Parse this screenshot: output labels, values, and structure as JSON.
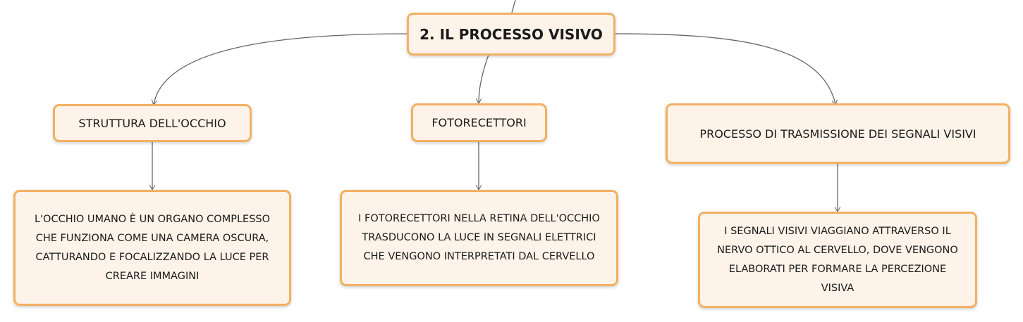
{
  "root": {
    "label": "2. IL PROCESSO VISIVO"
  },
  "topics": [
    {
      "label": "STRUTTURA DELL'OCCHIO",
      "detail": "L'OCCHIO UMANO È UN ORGANO COMPLESSO CHE FUNZIONA COME UNA CAMERA OSCURA, CATTURANDO E FOCALIZZANDO LA LUCE PER CREARE IMMAGINI"
    },
    {
      "label": "FOTORECETTORI",
      "detail": "I FOTORECETTORI NELLA RETINA DELL'OCCHIO TRASDUCONO LA LUCE IN SEGNALI ELETTRICI CHE VENGONO INTERPRETATI DAL CERVELLO"
    },
    {
      "label": "PROCESSO DI TRASMISSIONE DEI SEGNALI VISIVI",
      "detail": "I SEGNALI VISIVI VIAGGIANO ATTRAVERSO IL NERVO OTTICO AL CERVELLO, DOVE VENGONO ELABORATI PER FORMARE LA PERCEZIONE VISIVA"
    }
  ],
  "colors": {
    "node_fill": "#fdf3e8",
    "node_border": "#f2b063",
    "connector": "#666666"
  }
}
